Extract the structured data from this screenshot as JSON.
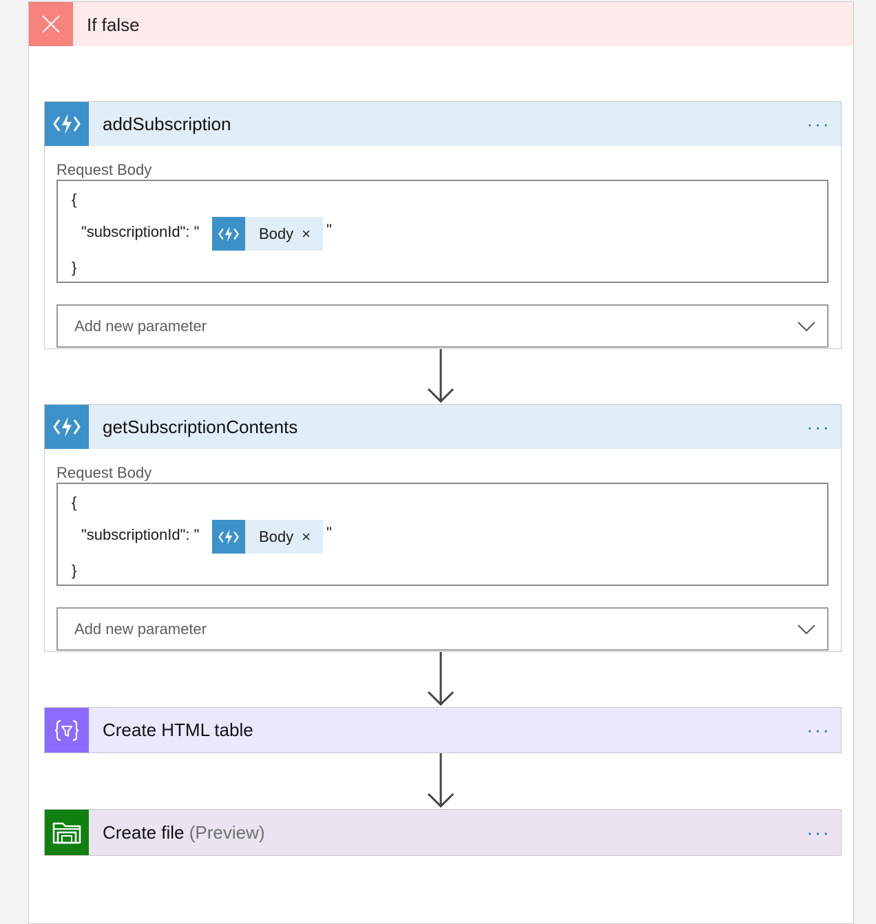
{
  "branch": {
    "title": "If false",
    "header_color": "#fdeaea",
    "icon": "close-icon",
    "icon_color": "#f8837c"
  },
  "steps": [
    {
      "title": "addSubscription",
      "icon": "azure-function-icon",
      "header_color": "#e1eef7",
      "icon_color": "#3c91c9",
      "field_label": "Request Body",
      "code": {
        "open": "{",
        "key": "\"subscriptionId\": \"",
        "token": "Body",
        "tail": "\"",
        "close": "}"
      },
      "param_placeholder": "Add new parameter",
      "more": "···"
    },
    {
      "title": "getSubscriptionContents",
      "icon": "azure-function-icon",
      "header_color": "#e1eef7",
      "icon_color": "#3c91c9",
      "field_label": "Request Body",
      "code": {
        "open": "{",
        "key": "\"subscriptionId\": \"",
        "token": "Body",
        "tail": "\"",
        "close": "}"
      },
      "param_placeholder": "Add new parameter",
      "more": "···"
    },
    {
      "title": "Create HTML table",
      "icon": "data-operations-icon",
      "header_color": "#ebe7fd",
      "icon_color": "#8c6cff",
      "more": "···"
    },
    {
      "title": "Create file",
      "title_suffix": "(Preview)",
      "icon": "sharepoint-folder-icon",
      "header_color": "#ebe3f0",
      "icon_color": "#108010",
      "more": "···"
    }
  ],
  "token_remove": "×"
}
